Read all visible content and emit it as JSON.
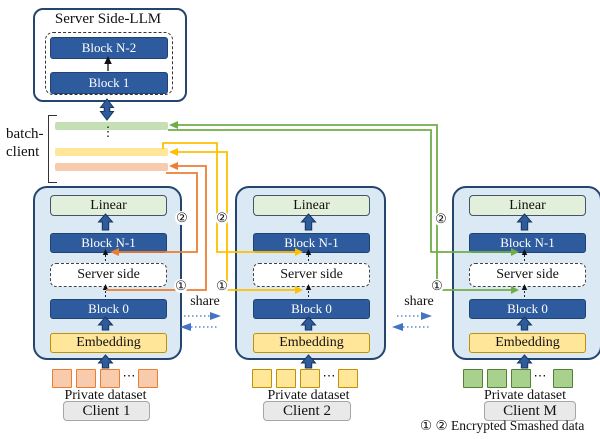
{
  "server_box": {
    "title": "Server Side-LLM",
    "block_top": "Block N-2",
    "block_bottom": "Block 1"
  },
  "batch_client": {
    "label_line1": "batch-",
    "label_line2": "client"
  },
  "clients": [
    {
      "linear": "Linear",
      "block_top": "Block N-1",
      "server_side": "Server side",
      "block_bottom": "Block 0",
      "embedding": "Embedding",
      "dataset_label": "Private dataset",
      "name": "Client 1",
      "accent": "#ed7d31",
      "bar": "#f8cbad"
    },
    {
      "linear": "Linear",
      "block_top": "Block N-1",
      "server_side": "Server side",
      "block_bottom": "Block 0",
      "embedding": "Embedding",
      "dataset_label": "Private dataset",
      "name": "Client 2",
      "accent": "#ffc000",
      "bar": "#ffe699"
    },
    {
      "linear": "Linear",
      "block_top": "Block N-1",
      "server_side": "Server side",
      "block_bottom": "Block 0",
      "embedding": "Embedding",
      "dataset_label": "Private dataset",
      "name": "Client M",
      "accent": "#70ad47",
      "bar": "#c5e0b4"
    }
  ],
  "share_label": "share",
  "annotations": {
    "num1": "①",
    "num2": "②",
    "footnote": "① ② Encrypted Smashed data"
  },
  "misc": {
    "ellipsis_h": "⋯",
    "ellipsis_v": "⋮"
  },
  "colors": {
    "block_blue": "#2e5b9d",
    "box_border": "#24466e",
    "client_fill": "#dbe9f5",
    "arrow_blue": "#2f5b9d",
    "share_blue": "#4472c4",
    "orange_line": "#ed7d31",
    "yellow_line": "#ffc000",
    "green_line": "#70ad47"
  }
}
